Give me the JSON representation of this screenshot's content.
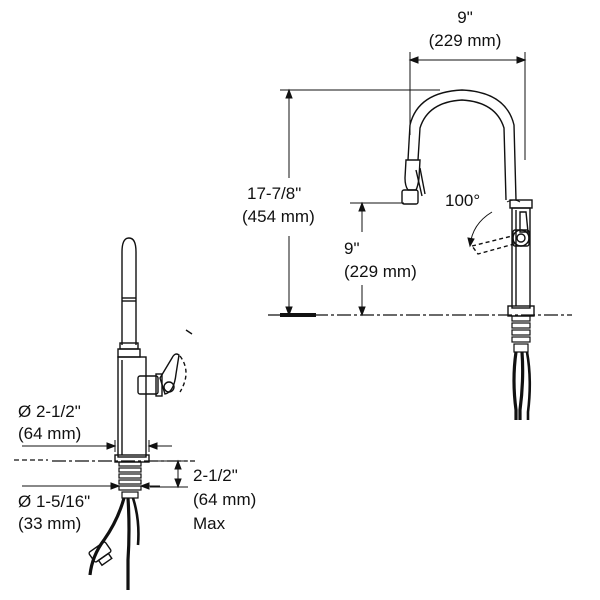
{
  "side_view": {
    "base_diameter": "Ø 2-1/2\"",
    "base_diameter_mm": "(64 mm)",
    "shank_diameter": "Ø 1-5/16\"",
    "shank_diameter_mm": "(33 mm)",
    "deck_thickness": "2-1/2\"",
    "deck_thickness_mm": "(64 mm)",
    "deck_thickness_note": "Max"
  },
  "front_view": {
    "reach": "9\"",
    "reach_mm": "(229 mm)",
    "overall_height": "17-7/8\"",
    "overall_height_mm": "(454 mm)",
    "spout_height": "9\"",
    "spout_height_mm": "(229 mm)",
    "handle_rotation": "100°"
  }
}
